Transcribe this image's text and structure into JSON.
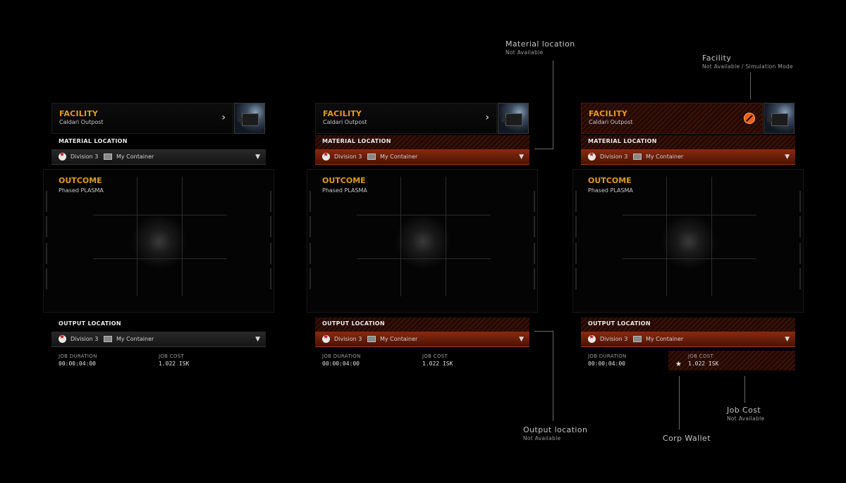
{
  "panels": [
    {
      "facility_title": "FACILITY",
      "facility_name": "Caldari Outpost",
      "material_label": "MATERIAL LOCATION",
      "material_division": "Division 3",
      "material_container": "My Container",
      "outcome_title": "OUTCOME",
      "outcome_name": "Phased PLASMA",
      "output_label": "OUTPUT LOCATION",
      "output_division": "Division 3",
      "output_container": "My Container",
      "duration_label": "JOB DURATION",
      "duration_value": "00:00:04:00",
      "cost_label": "JOB COST",
      "cost_value": "1.022 ISK"
    },
    {
      "facility_title": "FACILITY",
      "facility_name": "Caldari Outpost",
      "material_label": "MATERIAL LOCATION",
      "material_division": "Division 3",
      "material_container": "My Container",
      "outcome_title": "OUTCOME",
      "outcome_name": "Phased PLASMA",
      "output_label": "OUTPUT LOCATION",
      "output_division": "Division 3",
      "output_container": "My Container",
      "duration_label": "JOB DURATION",
      "duration_value": "00:00:04:00",
      "cost_label": "JOB COST",
      "cost_value": "1.022 ISK"
    },
    {
      "facility_title": "FACILITY",
      "facility_name": "Caldari Outpost",
      "material_label": "MATERIAL LOCATION",
      "material_division": "Division 3",
      "material_container": "My Container",
      "outcome_title": "OUTCOME",
      "outcome_name": "Phased PLASMA",
      "output_label": "OUTPUT LOCATION",
      "output_division": "Division 3",
      "output_container": "My Container",
      "duration_label": "JOB DURATION",
      "duration_value": "00:00:04:00",
      "cost_label": "JOB COST",
      "cost_value": "1.022 ISK"
    }
  ],
  "annotations": {
    "material_location": {
      "title": "Material location",
      "sub": "Not Available"
    },
    "facility": {
      "title": "Facility",
      "sub": "Not Available / Simulation Mode"
    },
    "output_location": {
      "title": "Output location",
      "sub": "Not Available"
    },
    "corp_wallet": {
      "title": "Corp Wallet"
    },
    "job_cost": {
      "title": "Job Cost",
      "sub": "Not Available"
    }
  },
  "icons": {
    "facility_next": "chevron-right-icon",
    "facility_blocked": "blocked-icon",
    "division": "corp-division-icon",
    "container": "container-icon",
    "dropdown": "caret-down-icon",
    "wallet": "star-icon"
  },
  "colors": {
    "accent": "#e39a1f",
    "error_stripe": "#3a1208",
    "error_fill": "#8a2a0e",
    "blocked": "#e8621a"
  }
}
